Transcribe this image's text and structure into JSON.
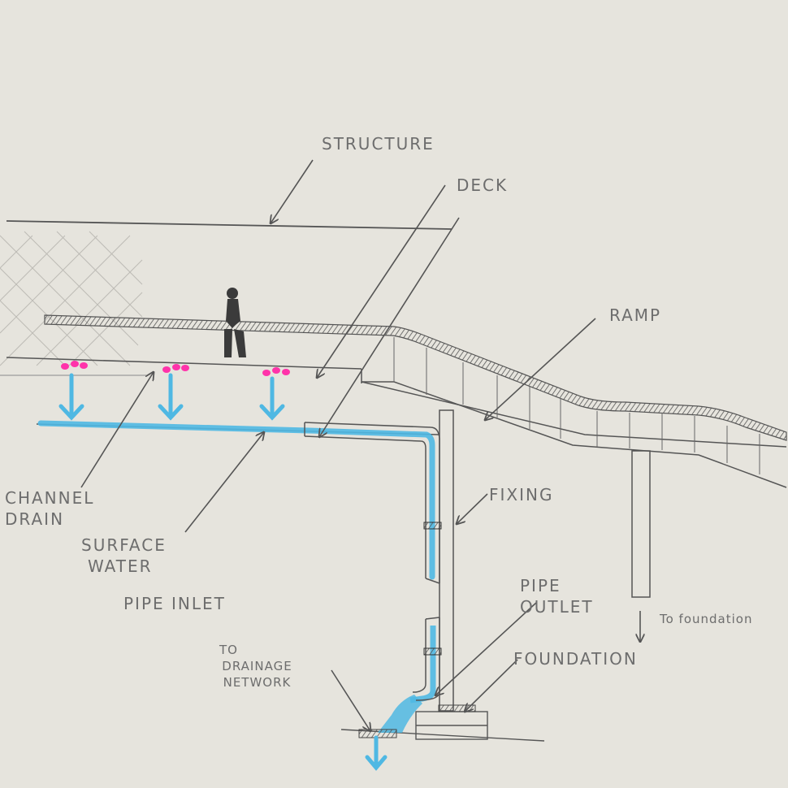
{
  "labels": {
    "structure": "STRUCTURE",
    "deck": "DECK",
    "ramp": "RAMP",
    "channel_drain": [
      "CHANNEL",
      "DRAIN"
    ],
    "surface_water": [
      "SURFACE",
      "WATER"
    ],
    "pipe_inlet": "PIPE INLET",
    "fixing": "FIXING",
    "pipe_outlet": [
      "PIPE",
      "OUTLET"
    ],
    "to_foundation": "To foundation",
    "foundation": "FOUNDATION",
    "to_drainage_network": [
      "TO",
      "DRAINAGE",
      "NETWORK"
    ]
  },
  "colors": {
    "paper": "#e6e4dd",
    "pencil": "#6d6d6d",
    "water": "#4fb8e3",
    "drain_marks": "#ff33aa",
    "figure": "#3b3b3b"
  }
}
